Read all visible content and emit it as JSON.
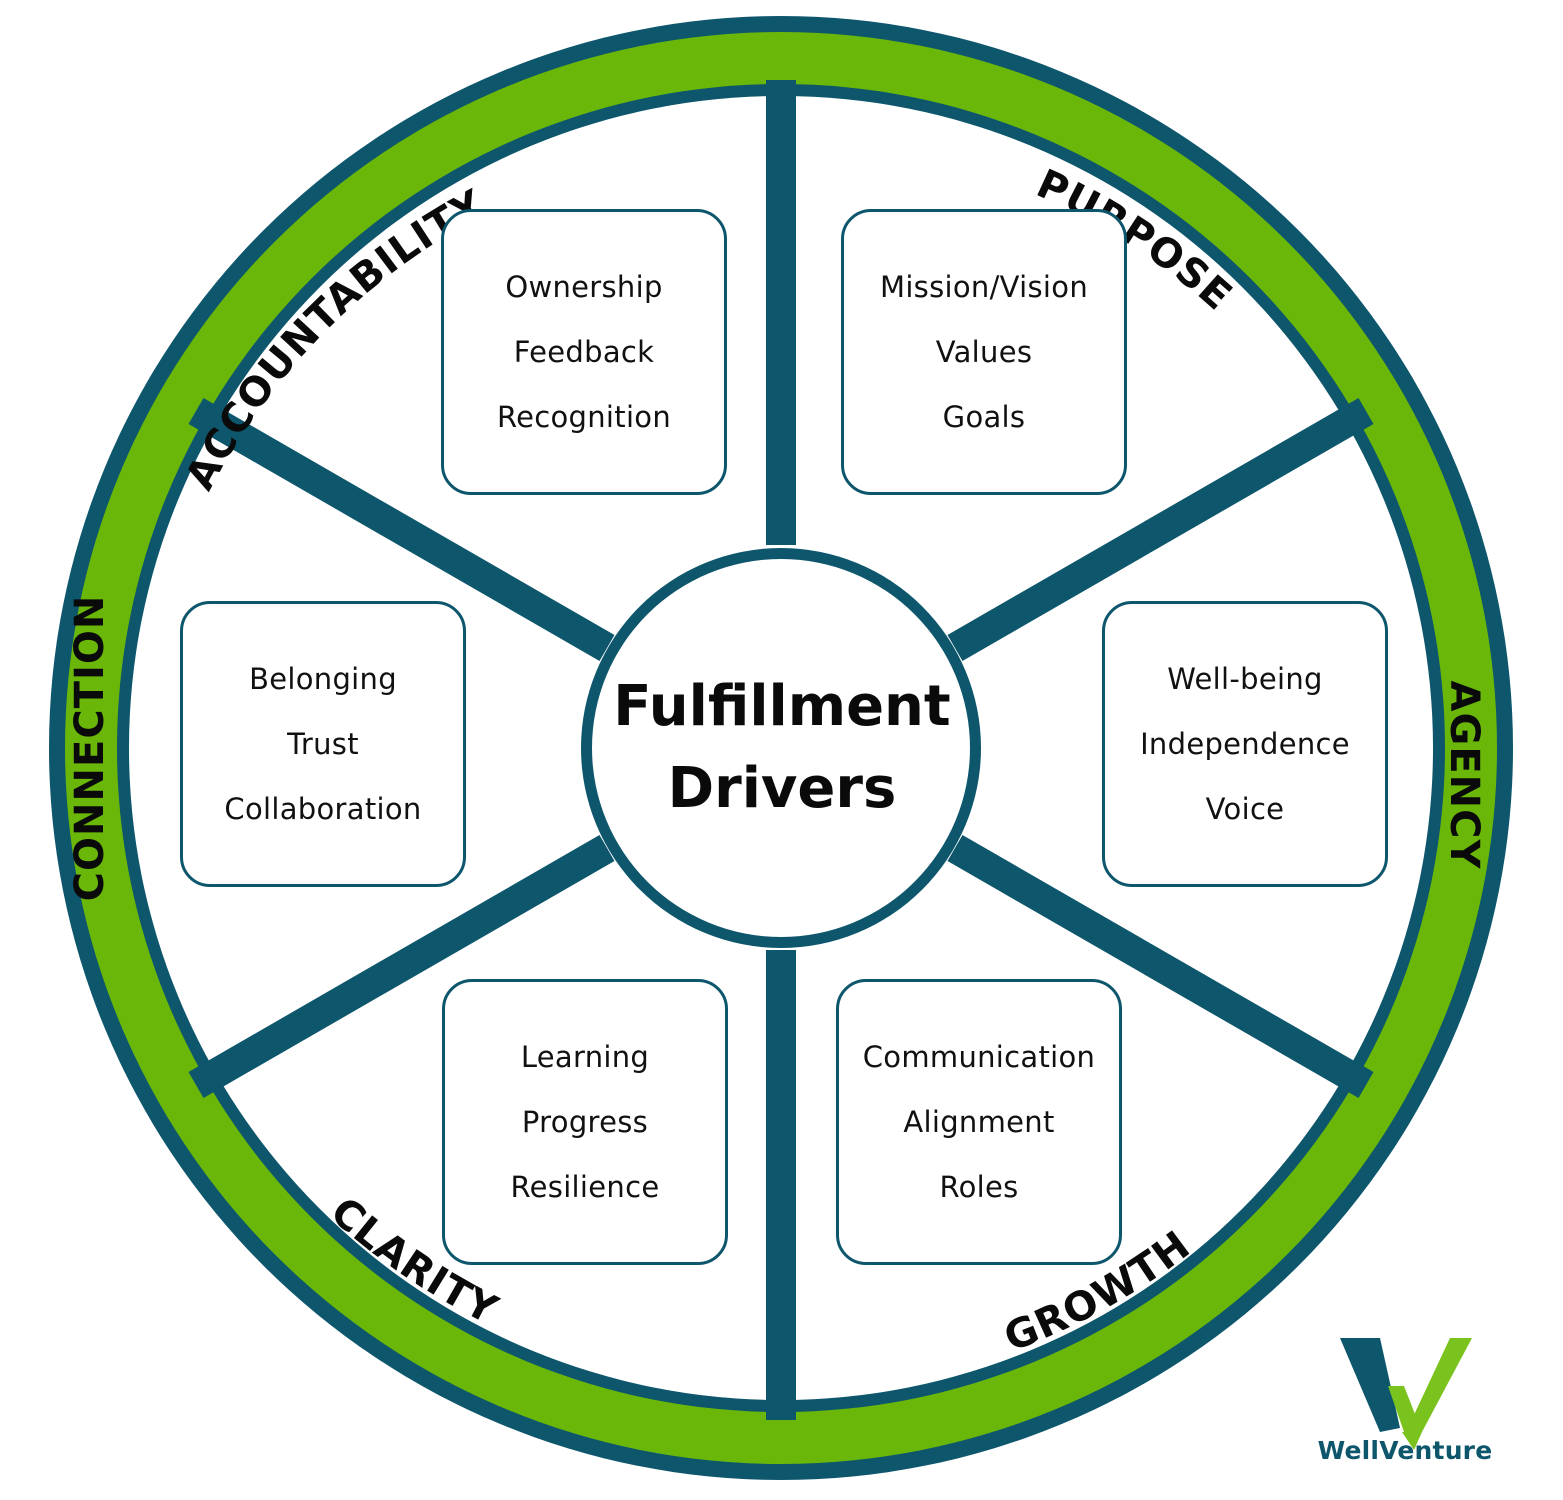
{
  "center": {
    "line1": "Fulfillment",
    "line2": "Drivers"
  },
  "ring_labels": {
    "accountability": "ACCOUNTABILITY",
    "purpose": "PURPOSE",
    "agency": "AGENCY",
    "clarity": "CLARITY",
    "growth": "GROWTH",
    "connection": "CONNECTION"
  },
  "boxes": {
    "accountability": [
      "Ownership",
      "Feedback",
      "Recognition"
    ],
    "purpose": [
      "Mission/Vision",
      "Values",
      "Goals"
    ],
    "agency": [
      "Well-being",
      "Independence",
      "Voice"
    ],
    "clarity": [
      "Communication",
      "Alignment",
      "Roles"
    ],
    "growth": [
      "Learning",
      "Progress",
      "Resilience"
    ],
    "connection": [
      "Belonging",
      "Trust",
      "Collaboration"
    ]
  },
  "logo": {
    "text": "WellVenture"
  },
  "colors": {
    "ring_dark": "#0d566c",
    "ring_green": "#6ab70a",
    "logo_green": "#7ac31e"
  }
}
